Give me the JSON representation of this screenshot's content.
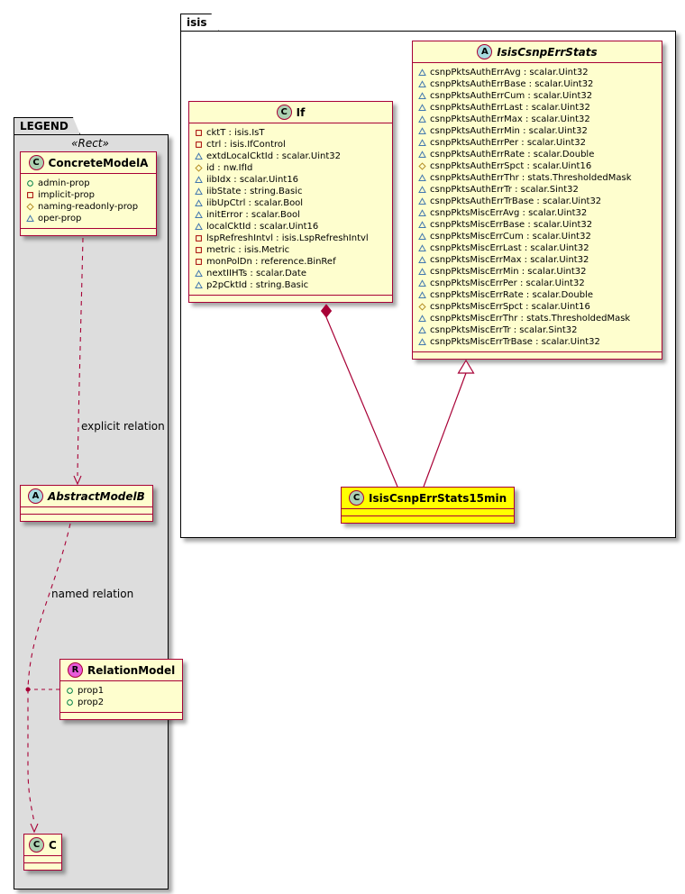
{
  "diagram": {
    "isis_package": {
      "tab": "isis",
      "classes": {
        "if": {
          "spot": "C",
          "name": "If",
          "fields": [
            {
              "icon": "square",
              "text": "cktT : isis.IsT"
            },
            {
              "icon": "square",
              "text": "ctrl : isis.IfControl"
            },
            {
              "icon": "triangle",
              "text": "extdLocalCktId : scalar.Uint32"
            },
            {
              "icon": "diamond",
              "text": "id : nw.IfId"
            },
            {
              "icon": "triangle",
              "text": "iibIdx : scalar.Uint16"
            },
            {
              "icon": "triangle",
              "text": "iibState : string.Basic"
            },
            {
              "icon": "triangle",
              "text": "iibUpCtrl : scalar.Bool"
            },
            {
              "icon": "triangle",
              "text": "initError : scalar.Bool"
            },
            {
              "icon": "triangle",
              "text": "localCktId : scalar.Uint16"
            },
            {
              "icon": "square",
              "text": "lspRefreshIntvl : isis.LspRefreshIntvl"
            },
            {
              "icon": "square",
              "text": "metric : isis.Metric"
            },
            {
              "icon": "square",
              "text": "monPolDn : reference.BinRef"
            },
            {
              "icon": "triangle",
              "text": "nextIIHTs : scalar.Date"
            },
            {
              "icon": "triangle",
              "text": "p2pCktId : string.Basic"
            }
          ]
        },
        "isisCsnpErrStats": {
          "spot": "A",
          "name": "IsisCsnpErrStats",
          "fields": [
            {
              "icon": "triangle",
              "text": "csnpPktsAuthErrAvg : scalar.Uint32"
            },
            {
              "icon": "triangle",
              "text": "csnpPktsAuthErrBase : scalar.Uint32"
            },
            {
              "icon": "triangle",
              "text": "csnpPktsAuthErrCum : scalar.Uint32"
            },
            {
              "icon": "triangle",
              "text": "csnpPktsAuthErrLast : scalar.Uint32"
            },
            {
              "icon": "triangle",
              "text": "csnpPktsAuthErrMax : scalar.Uint32"
            },
            {
              "icon": "triangle",
              "text": "csnpPktsAuthErrMin : scalar.Uint32"
            },
            {
              "icon": "triangle",
              "text": "csnpPktsAuthErrPer : scalar.Uint32"
            },
            {
              "icon": "triangle",
              "text": "csnpPktsAuthErrRate : scalar.Double"
            },
            {
              "icon": "diamond",
              "text": "csnpPktsAuthErrSpct : scalar.Uint16"
            },
            {
              "icon": "triangle",
              "text": "csnpPktsAuthErrThr : stats.ThresholdedMask"
            },
            {
              "icon": "triangle",
              "text": "csnpPktsAuthErrTr : scalar.Sint32"
            },
            {
              "icon": "triangle",
              "text": "csnpPktsAuthErrTrBase : scalar.Uint32"
            },
            {
              "icon": "triangle",
              "text": "csnpPktsMiscErrAvg : scalar.Uint32"
            },
            {
              "icon": "triangle",
              "text": "csnpPktsMiscErrBase : scalar.Uint32"
            },
            {
              "icon": "triangle",
              "text": "csnpPktsMiscErrCum : scalar.Uint32"
            },
            {
              "icon": "triangle",
              "text": "csnpPktsMiscErrLast : scalar.Uint32"
            },
            {
              "icon": "triangle",
              "text": "csnpPktsMiscErrMax : scalar.Uint32"
            },
            {
              "icon": "triangle",
              "text": "csnpPktsMiscErrMin : scalar.Uint32"
            },
            {
              "icon": "triangle",
              "text": "csnpPktsMiscErrPer : scalar.Uint32"
            },
            {
              "icon": "triangle",
              "text": "csnpPktsMiscErrRate : scalar.Double"
            },
            {
              "icon": "diamond",
              "text": "csnpPktsMiscErrSpct : scalar.Uint16"
            },
            {
              "icon": "triangle",
              "text": "csnpPktsMiscErrThr : stats.ThresholdedMask"
            },
            {
              "icon": "triangle",
              "text": "csnpPktsMiscErrTr : scalar.Sint32"
            },
            {
              "icon": "triangle",
              "text": "csnpPktsMiscErrTrBase : scalar.Uint32"
            }
          ]
        },
        "isisCsnpErrStats15min": {
          "spot": "C",
          "name": "IsisCsnpErrStats15min"
        }
      }
    },
    "legend_package": {
      "tab": "LEGEND",
      "stereotype": "«Rect»",
      "classes": {
        "concreteModelA": {
          "spot": "C",
          "name": "ConcreteModelA",
          "fields": [
            {
              "icon": "circle",
              "text": "admin-prop"
            },
            {
              "icon": "square",
              "text": "implicit-prop"
            },
            {
              "icon": "diamond",
              "text": "naming-readonly-prop"
            },
            {
              "icon": "triangle",
              "text": "oper-prop"
            }
          ]
        },
        "abstractModelB": {
          "spot": "A",
          "name": "AbstractModelB"
        },
        "relationModel": {
          "spot": "R",
          "name": "RelationModel",
          "fields": [
            {
              "icon": "circle",
              "text": "prop1"
            },
            {
              "icon": "circle",
              "text": "prop2"
            }
          ]
        },
        "c": {
          "spot": "C",
          "name": "C"
        }
      },
      "labels": {
        "explicit": "explicit relation",
        "named": "named relation"
      }
    },
    "colors": {
      "class_background": "#FEFECE",
      "class_border": "#A80036",
      "highlight_background": "#FFFF00",
      "legend_background": "#DDDDDD",
      "spot_class": "#ADD1B2",
      "spot_abstract": "#A9DCDF",
      "spot_relation": "#E85BDA",
      "prop_admin": "#038048",
      "prop_implicit": "#A40000",
      "prop_naming_readonly": "#B38D22",
      "prop_oper": "#4177AF"
    }
  }
}
